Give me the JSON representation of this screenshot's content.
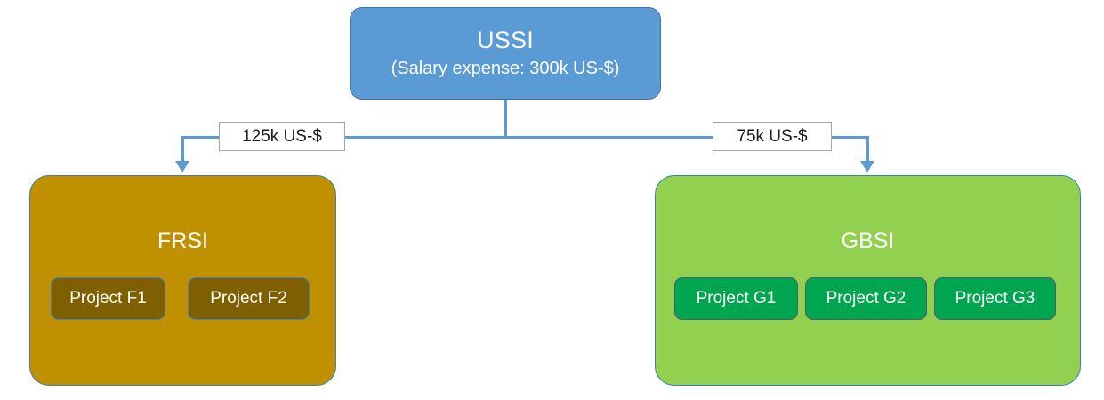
{
  "diagram": {
    "type": "organization-budget-flow",
    "root": {
      "title": "USSI",
      "subtitle": "(Salary expense: 300k US-$)",
      "color": "#5B9BD5"
    },
    "edges": [
      {
        "label": "125k US-$",
        "from": "USSI",
        "to": "FRSI"
      },
      {
        "label": "75k US-$",
        "from": "USSI",
        "to": "GBSI"
      }
    ],
    "divisions": [
      {
        "title": "FRSI",
        "color": "#BF9000",
        "project_color": "#7F6000",
        "projects": [
          {
            "label": "Project F1"
          },
          {
            "label": "Project F2"
          }
        ]
      },
      {
        "title": "GBSI",
        "color": "#92D050",
        "project_color": "#00A550",
        "projects": [
          {
            "label": "Project G1"
          },
          {
            "label": "Project G2"
          },
          {
            "label": "Project G3"
          }
        ]
      }
    ]
  }
}
